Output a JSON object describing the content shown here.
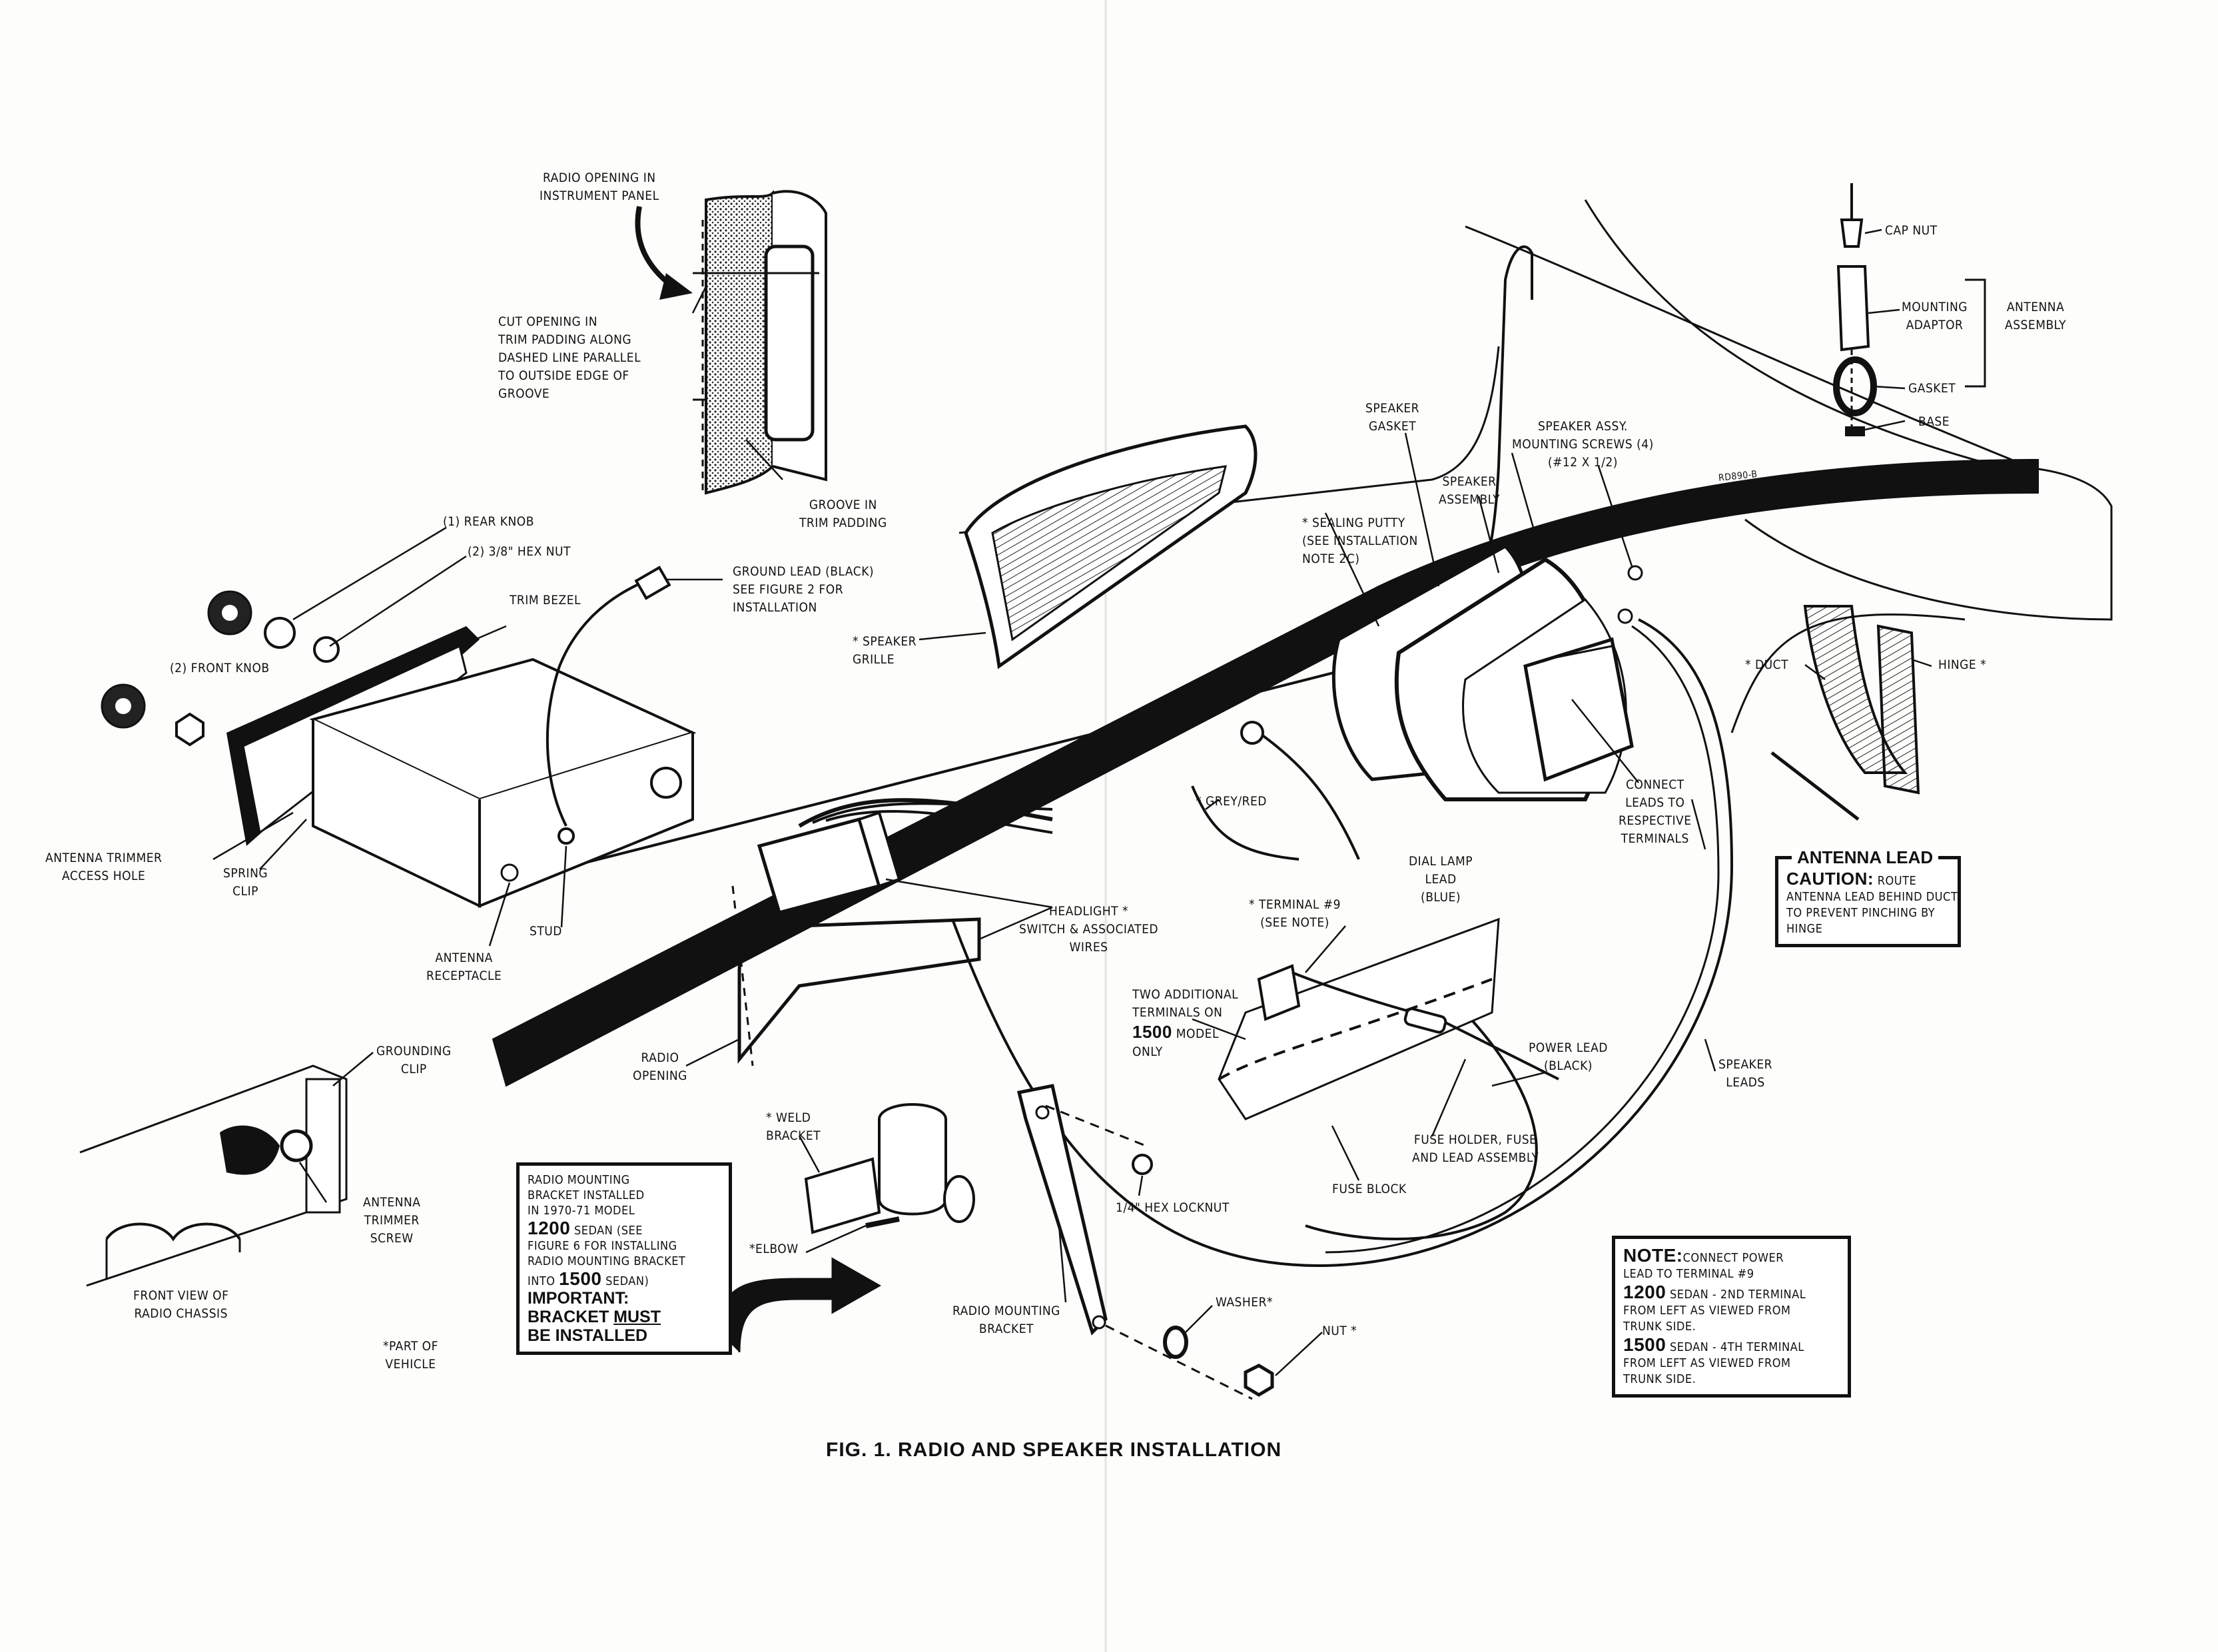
{
  "figure": {
    "title": "FIG. 1. RADIO AND SPEAKER INSTALLATION"
  },
  "labels": {
    "radio_opening_panel": "RADIO OPENING IN\nINSTRUMENT PANEL",
    "cut_opening": "CUT OPENING IN\nTRIM PADDING ALONG\nDASHED LINE PARALLEL\nTO OUTSIDE EDGE OF\nGROOVE",
    "groove": "GROOVE IN\nTRIM PADDING",
    "rear_knob": "(1) REAR KNOB",
    "hex_nut": "(2) 3/8\" HEX NUT",
    "trim_bezel": "TRIM BEZEL",
    "front_knob": "(2) FRONT KNOB",
    "ground_lead": "GROUND LEAD (BLACK)\nSEE FIGURE 2 FOR\nINSTALLATION",
    "speaker_grille": "* SPEAKER\nGRILLE",
    "antenna_trimmer_access": "ANTENNA TRIMMER\nACCESS HOLE",
    "spring_clip": "SPRING\nCLIP",
    "stud": "STUD",
    "antenna_receptacle": "ANTENNA\nRECEPTACLE",
    "headlight_switch": "HEADLIGHT *\nSWITCH & ASSOCIATED\nWIRES",
    "radio_opening": "RADIO\nOPENING",
    "grey_red": "* GREY/RED",
    "terminal_9": "* TERMINAL #9\n(SEE NOTE)",
    "two_terminals_1": "TWO ADDITIONAL\nTERMINALS ON",
    "two_terminals_model": "1500",
    "two_terminals_2": " MODEL\nONLY",
    "sealing_putty": "* SEALING PUTTY\n(SEE INSTALLATION\nNOTE 2c)",
    "speaker_gasket": "SPEAKER\nGASKET",
    "speaker_assembly": "SPEAKER\nASSEMBLY",
    "speaker_screws": "SPEAKER ASSY.\nMOUNTING SCREWS (4)\n(#12 X 1/2)",
    "connect_leads": "CONNECT\nLEADS TO\nRESPECTIVE\nTERMINALS",
    "dial_lamp": "DIAL LAMP\nLEAD\n(BLUE)",
    "power_lead": "POWER LEAD\n(BLACK)",
    "speaker_leads": "SPEAKER\nLEADS",
    "fuse_holder": "FUSE HOLDER, FUSE\nAND LEAD ASSEMBLY",
    "fuse_block": "FUSE BLOCK",
    "cap_nut": "CAP NUT",
    "mounting_adaptor": "MOUNTING\nADAPTOR",
    "antenna_assembly": "ANTENNA\nASSEMBLY",
    "gasket": "GASKET",
    "base": "BASE",
    "duct": "* DUCT",
    "hinge": "HINGE *",
    "grounding_clip": "GROUNDING\nCLIP",
    "antenna_trimmer_screw": "ANTENNA\nTRIMMER\nSCREW",
    "front_view": "FRONT VIEW OF\nRADIO CHASSIS",
    "part_of_vehicle": "*PART OF\nVEHICLE",
    "weld_bracket": "* WELD\nBRACKET",
    "elbow": "*ELBOW",
    "hex_locknut": "1/4\" HEX LOCKNUT",
    "radio_mounting_bracket": "RADIO MOUNTING\nBRACKET",
    "washer": "WASHER*",
    "nut": "NUT *",
    "drawing_no": "RD890-B"
  },
  "bracket_note": {
    "line1": "RADIO MOUNTING\nBRACKET INSTALLED\nIN 1970-71 MODEL",
    "model1": "1200",
    "line2": " SEDAN (SEE\nFIGURE 6 FOR INSTALLING\nRADIO MOUNTING BRACKET\nINTO ",
    "model2": "1500",
    "line3": " SEDAN)",
    "important": "IMPORTANT:",
    "bracket": "BRACKET ",
    "must": "MUST",
    "installed": "BE INSTALLED"
  },
  "caution": {
    "heading": "ANTENNA LEAD",
    "caution_word": "CAUTION:",
    "text1": " ROUTE",
    "text2": "ANTENNA LEAD BEHIND DUCT\nTO PREVENT PINCHING BY\nHINGE"
  },
  "note": {
    "heading": "NOTE:",
    "line1": "CONNECT POWER\nLEAD TO TERMINAL #9",
    "model1": "1200",
    "line2": " SEDAN - 2ND TERMINAL\nFROM LEFT AS VIEWED FROM\nTRUNK SIDE.",
    "model2": "1500",
    "line3": " SEDAN - 4TH TERMINAL\nFROM LEFT AS VIEWED FROM\nTRUNK SIDE."
  }
}
